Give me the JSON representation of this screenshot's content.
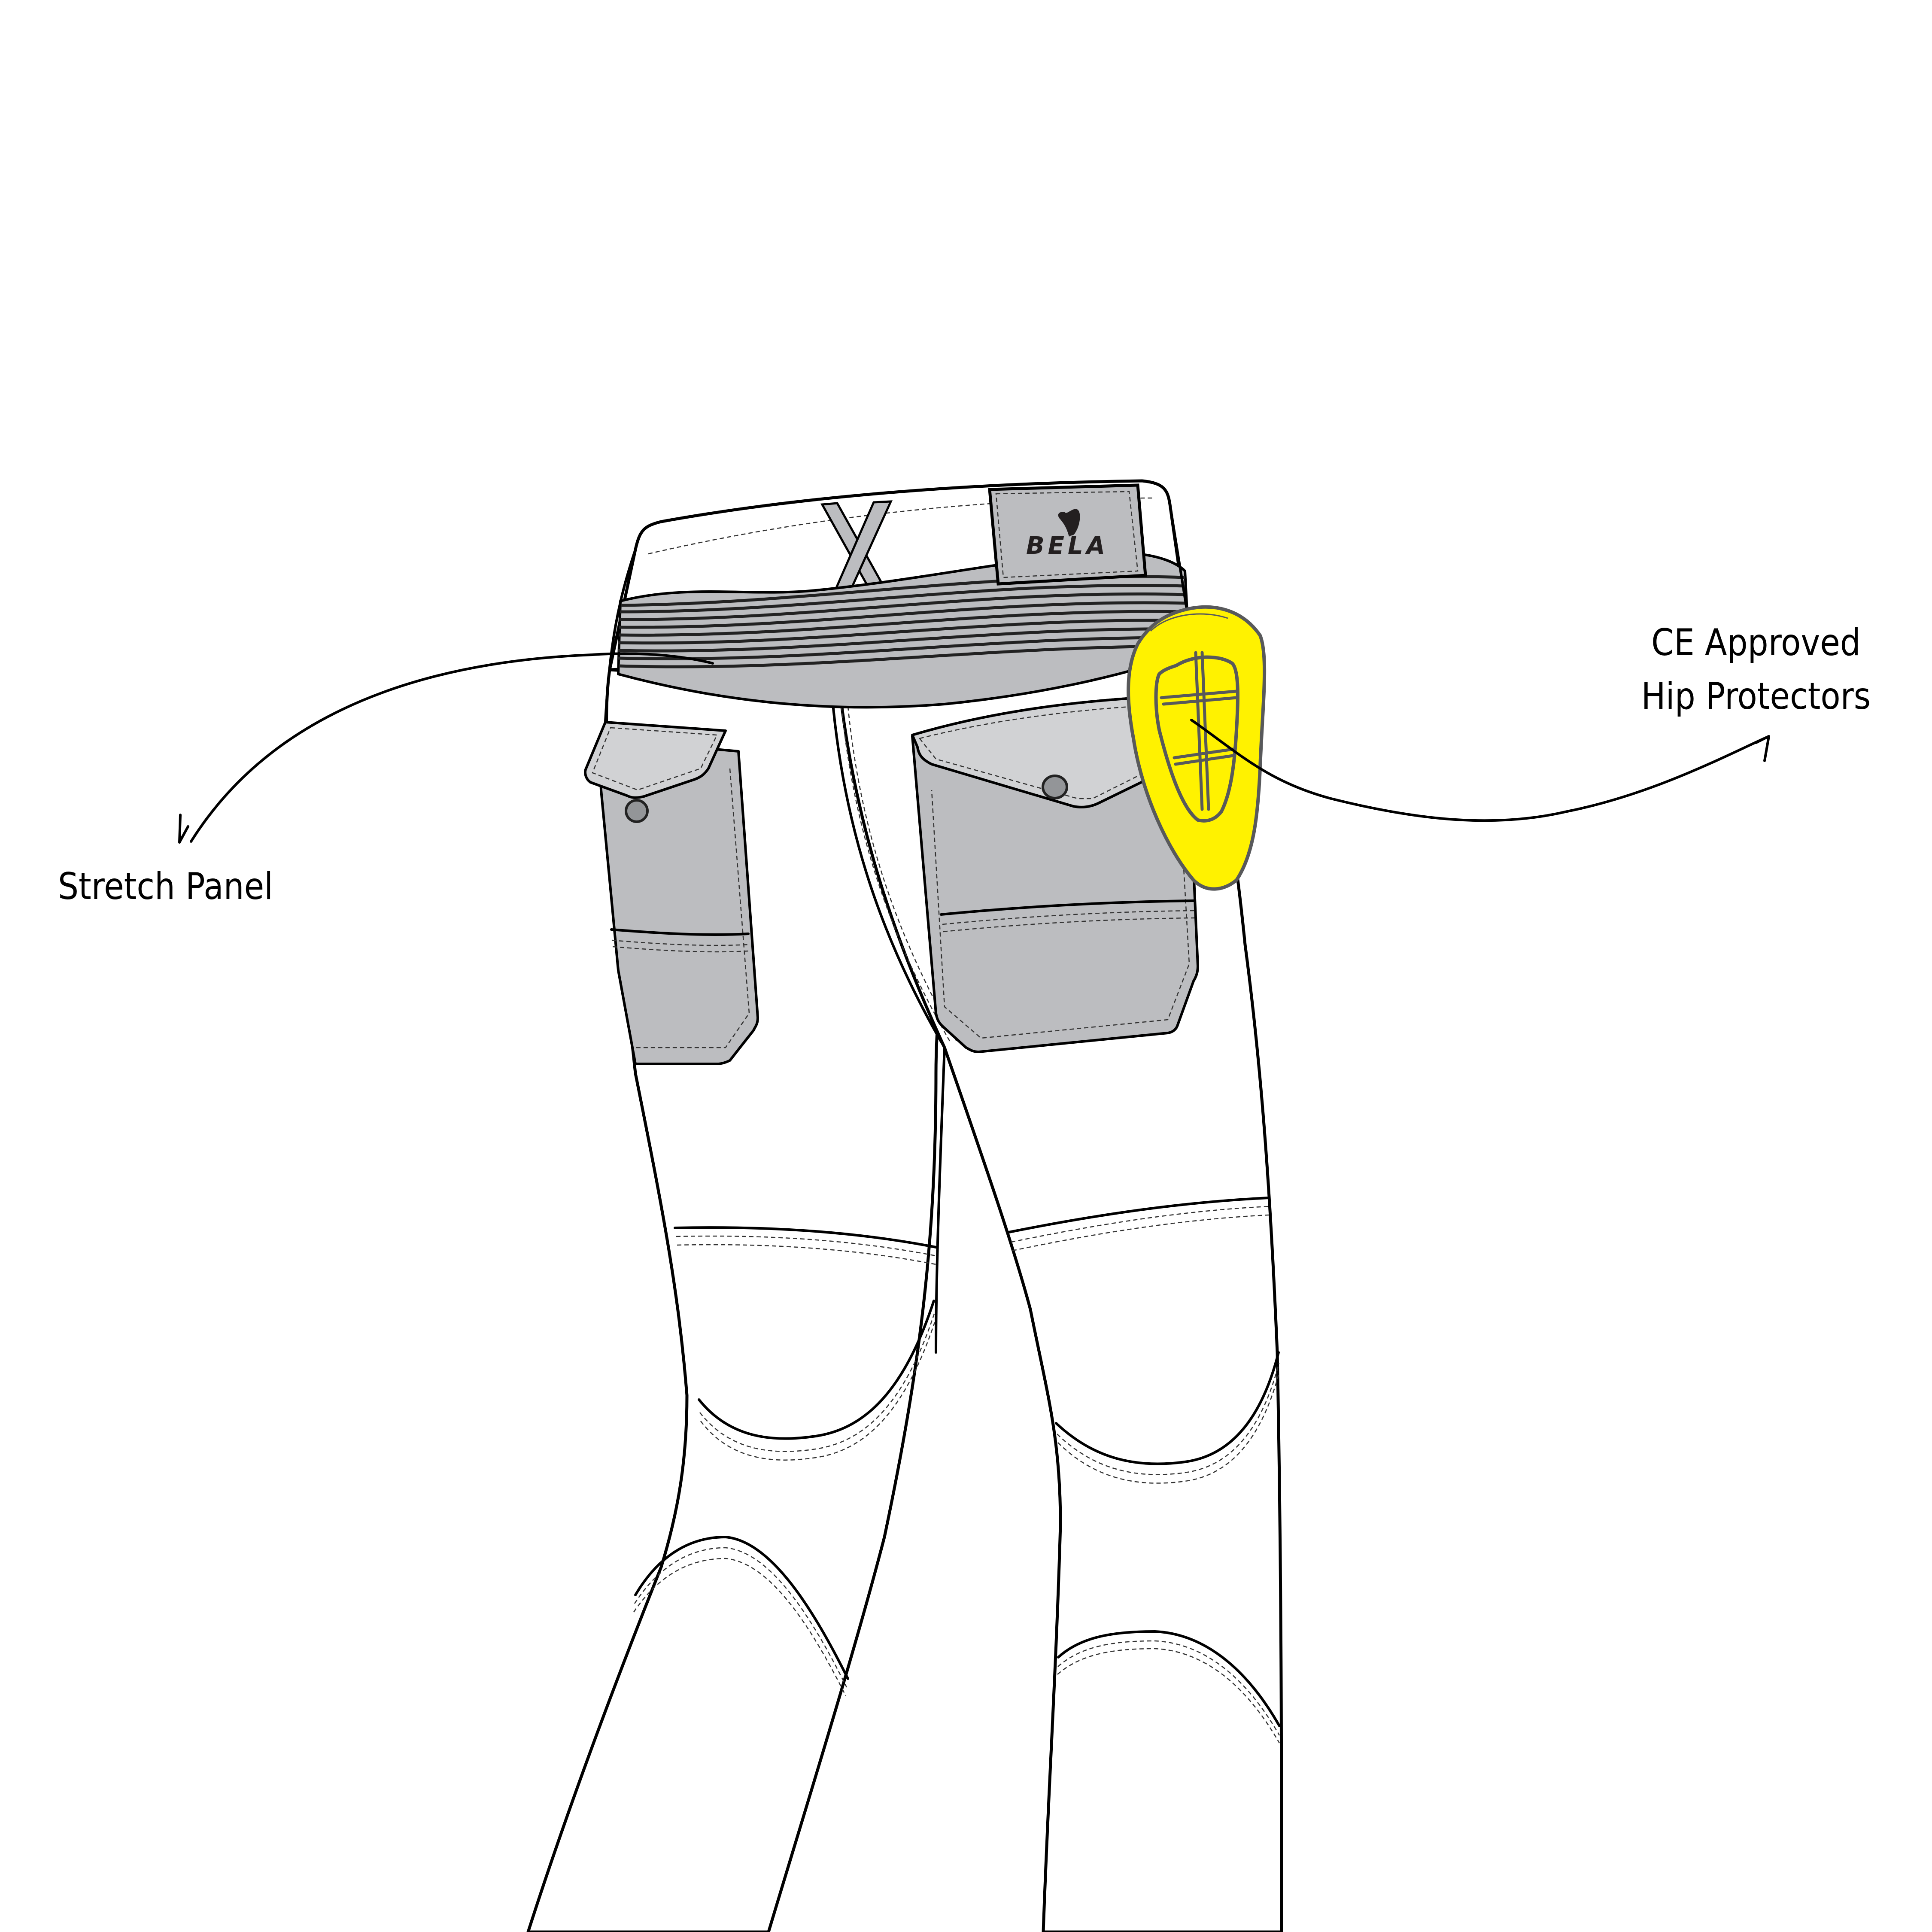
{
  "illustration": {
    "subject": "Motorcycle riding jeans, rear view technical flat sketch",
    "brand_logo_text": "BELA",
    "colors": {
      "background": "#ffffff",
      "outline": "#000000",
      "stretch_panel": "#bcbdc0",
      "pocket_body": "#bcbdc0",
      "pocket_flap": "#d1d2d4",
      "button": "#939598",
      "hip_protector": "#fff200",
      "hip_protector_outline": "#58595b"
    }
  },
  "callouts": [
    {
      "id": "stretch-panel",
      "label": "Stretch Panel",
      "arrow_direction": "down-left"
    },
    {
      "id": "hip-protectors",
      "label_line1": "CE Approved",
      "label_line2": "Hip Protectors",
      "arrow_direction": "up-right"
    }
  ]
}
